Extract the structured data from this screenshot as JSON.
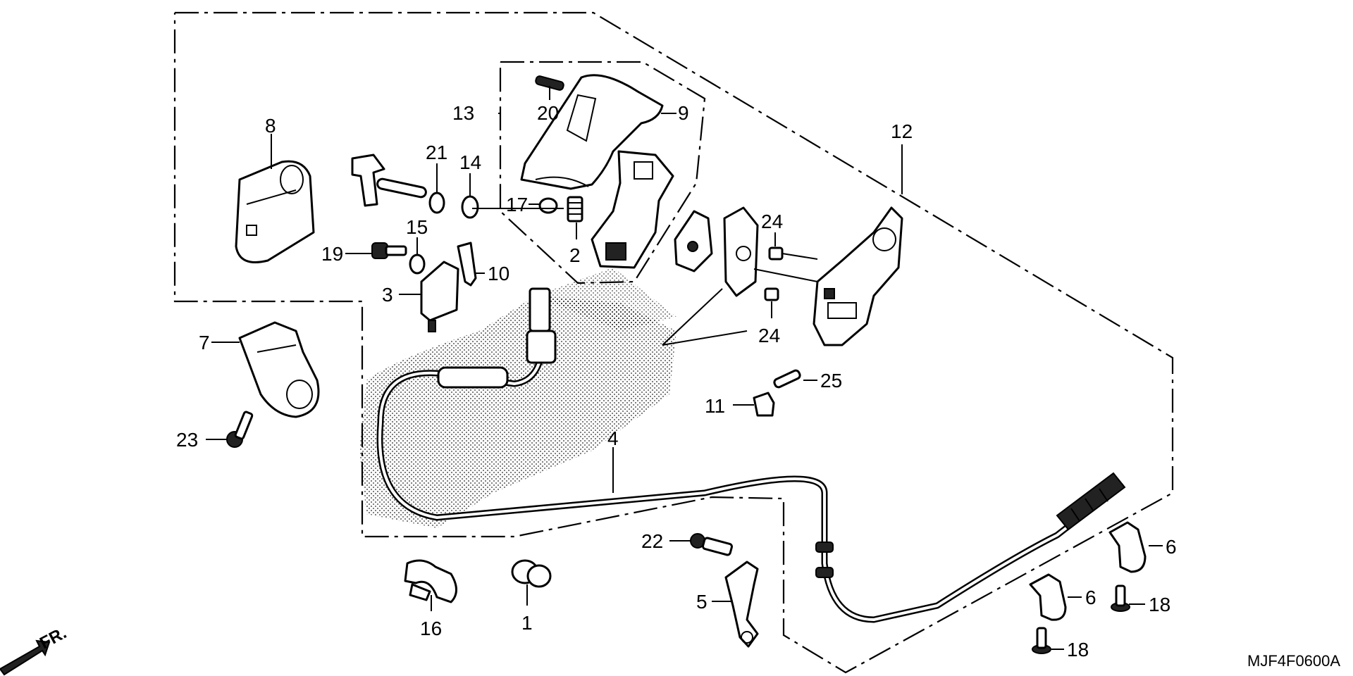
{
  "diagram": {
    "code": "MJF4F0600A",
    "front_marker": "FR.",
    "callouts": [
      {
        "id": "c8",
        "text": "8"
      },
      {
        "id": "c13",
        "text": "13"
      },
      {
        "id": "c20",
        "text": "20"
      },
      {
        "id": "c9",
        "text": "9"
      },
      {
        "id": "c12",
        "text": "12"
      },
      {
        "id": "c21",
        "text": "21"
      },
      {
        "id": "c14",
        "text": "14"
      },
      {
        "id": "c17",
        "text": "17"
      },
      {
        "id": "c15",
        "text": "15"
      },
      {
        "id": "c2",
        "text": "2"
      },
      {
        "id": "c19",
        "text": "19"
      },
      {
        "id": "c10",
        "text": "10"
      },
      {
        "id": "c3",
        "text": "3"
      },
      {
        "id": "c24a",
        "text": "24"
      },
      {
        "id": "c24b",
        "text": "24"
      },
      {
        "id": "c7",
        "text": "7"
      },
      {
        "id": "c25",
        "text": "25"
      },
      {
        "id": "c11",
        "text": "11"
      },
      {
        "id": "c23",
        "text": "23"
      },
      {
        "id": "c4",
        "text": "4"
      },
      {
        "id": "c22",
        "text": "22"
      },
      {
        "id": "c6a",
        "text": "6"
      },
      {
        "id": "c6b",
        "text": "6"
      },
      {
        "id": "c18a",
        "text": "18"
      },
      {
        "id": "c5",
        "text": "5"
      },
      {
        "id": "c16",
        "text": "16"
      },
      {
        "id": "c1",
        "text": "1"
      },
      {
        "id": "c18b",
        "text": "18"
      }
    ]
  }
}
